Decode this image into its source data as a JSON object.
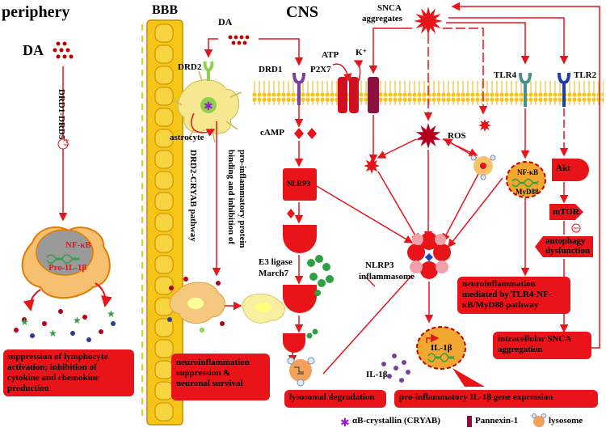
{
  "sections": {
    "periphery": "periphery",
    "bbb": "BBB",
    "cns": "CNS"
  },
  "labels": {
    "da_periphery": "DA",
    "drd1_drd5": "DRD1-DRD5",
    "inhibit_symbol": "(-)",
    "nfkb_cell": "NF-κB",
    "pro_il1b": "Pro-IL-1β",
    "da_cns": "DA",
    "drd2": "DRD2",
    "drd1": "DRD1",
    "astrocyte": "astrocyte",
    "drd2_cryab": "DRD2-CRYAB pathway",
    "binding_inhibition": "binding and inhibition of",
    "proinflammatory_protein": "pro-inflammatory protein",
    "camp": "cAMP",
    "nlrp3_block": "NLRP3",
    "e3_ligase": "E3 ligase",
    "march7": "March7",
    "nlrp3_inflammasome_1": "NLRP3",
    "nlrp3_inflammasome_2": "inflammasome",
    "il1b_gene": "IL-1β",
    "il1b_free": "IL-1β",
    "snca_1": "SNCA",
    "snca_2": "aggregates",
    "atp": "ATP",
    "kplus": "K⁺",
    "p2x7": "P2X7",
    "ros": "ROS",
    "tlr4": "TLR4",
    "tlr2": "TLR2",
    "nfkb_cns": "NF-κB",
    "myd88": "MyD88",
    "akt": "Akt",
    "mtor": "mTOR",
    "autophagy_1": "autophagy",
    "autophagy_2": "dysfunction"
  },
  "boxes": {
    "periphery_box": [
      "suppression of lymphocyte",
      "activation; inhibition of",
      "cytokine and chemokine",
      "production"
    ],
    "astro_box": [
      "neuroinflammation",
      "suppression &",
      "neuronal survival"
    ],
    "lysosomal": "lysosomal degradation",
    "il1b_expression": "pro-inflammatory IL-1β gene expression",
    "tlr4_box": [
      "neuroinflammation",
      "mediated by TLR4-NF-",
      "κB/MyD88 pathway"
    ],
    "snca_box": [
      "intracellular SNCA",
      "aggregation"
    ]
  },
  "legend": {
    "crystallin": "αB-crystallin (CRYAB)",
    "pannexin": "Pannexin-1",
    "lysosome": "lysosome"
  },
  "colors": {
    "accent_red": "#e8141a",
    "membrane_yellow": "#f5c518",
    "dark_red": "#b4001e"
  }
}
